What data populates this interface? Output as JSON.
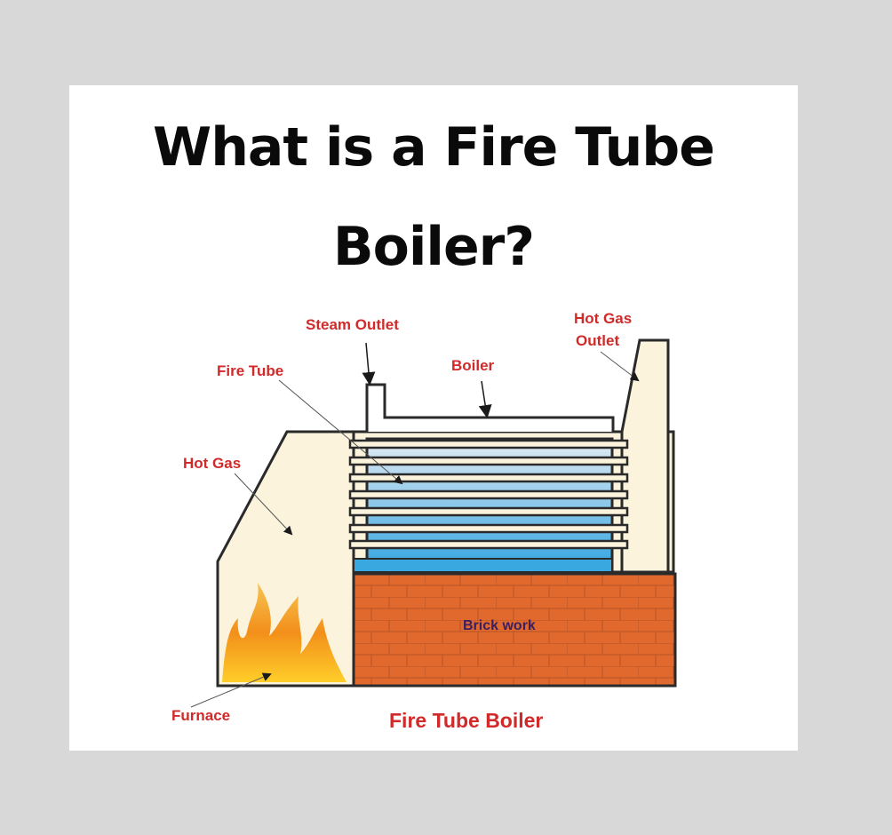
{
  "title": {
    "line1": "What is a Fire Tube",
    "line2": "Boiler?"
  },
  "diagram": {
    "caption": "Fire Tube Boiler",
    "labels": {
      "steam_outlet": "Steam Outlet",
      "fire_tube": "Fire Tube",
      "boiler": "Boiler",
      "hot_gas_outlet_1": "Hot Gas",
      "hot_gas_outlet_2": "Outlet",
      "hot_gas": "Hot Gas",
      "brick_work": "Brick work",
      "furnace": "Furnace"
    },
    "colors": {
      "label_red": "#d02a2a",
      "gas_cream": "#fbf3dc",
      "brick": "#e2692e",
      "water_blue": "#3aa8e0",
      "brick_text": "#3a2060",
      "background": "#d8d8d8"
    }
  }
}
